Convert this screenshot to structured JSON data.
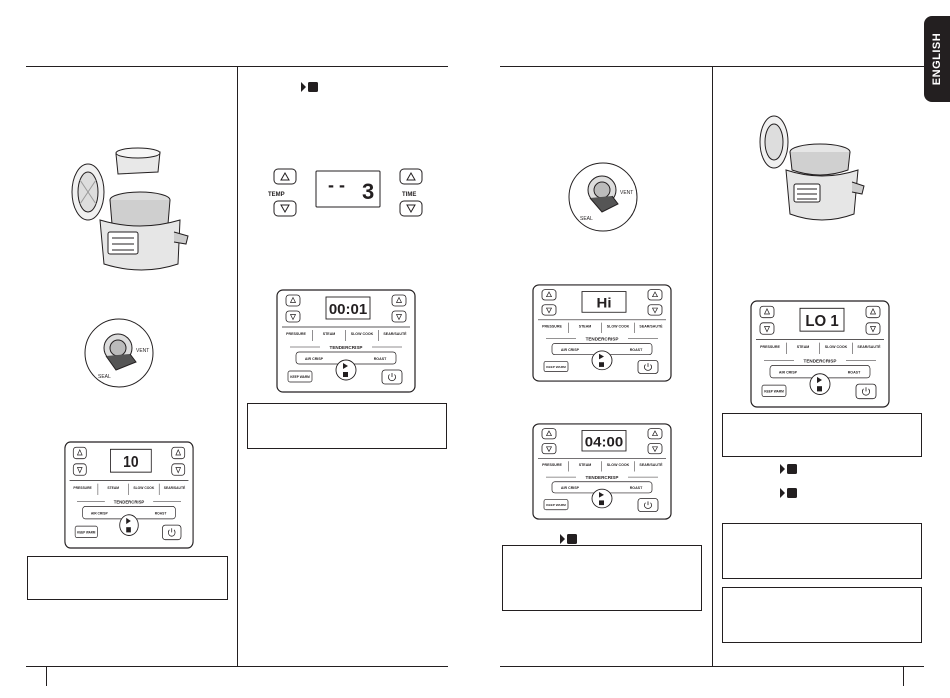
{
  "side_tab": {
    "label": "ENGLISH"
  },
  "displays": {
    "d1": "10",
    "d2_main": "- -",
    "d2_right": "3",
    "d3": "00:01",
    "d4": "Hi",
    "d5": "04:00",
    "d6": "LO 1"
  },
  "panel_labels": {
    "temp": "TEMP",
    "time": "TIME",
    "pressure": "PRESSURE",
    "steam": "STEAM",
    "slow_cook": "SLOW COOK",
    "sear_saute": "SEAR/SAUTÉ",
    "tendercrisp": "TENDERCRISP",
    "air_crisp": "AIR CRISP",
    "roast": "ROAST",
    "keep_warm": "KEEP WARM"
  },
  "icons": {
    "play_stop": "play-stop-icon",
    "power": "power-icon",
    "up_arrow": "up-arrow-icon",
    "down_arrow": "down-arrow-icon"
  },
  "colors": {
    "ink": "#231f20",
    "tab": "#231f20"
  }
}
